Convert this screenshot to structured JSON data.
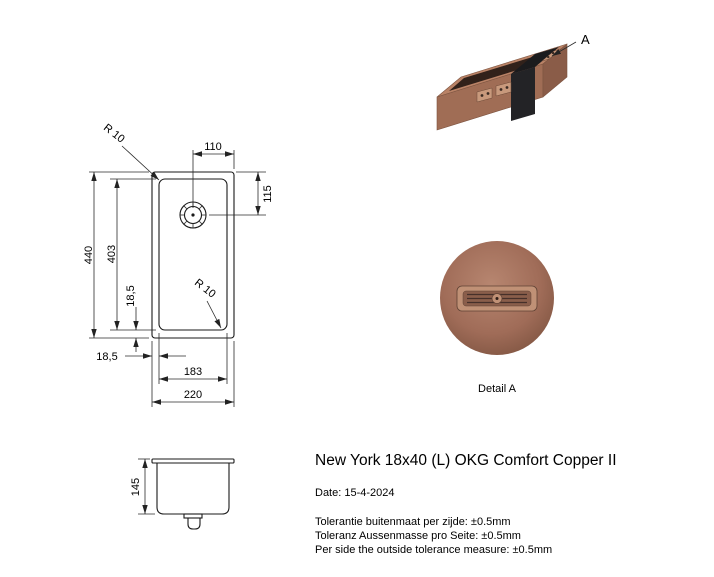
{
  "drawing": {
    "top_view": {
      "drain_offset_x": "110",
      "drain_offset_y": "115",
      "height_total": "440",
      "height_bowl": "403",
      "rim_offset_left": "18,5",
      "rim_offset_bottom": "18,5",
      "width_bowl": "183",
      "width_total": "220",
      "radius_top": "R 10",
      "radius_bottom": "R 10"
    },
    "side_view": {
      "height": "145"
    },
    "detail_view": {
      "caption": "Detail A"
    },
    "iso_view": {
      "callout_label": "A"
    }
  },
  "title_block": {
    "title": "New York 18x40 (L) OKG Comfort Copper II",
    "date_line": "Date: 15-4-2024",
    "tolerance_lines": [
      "Tolerantie buitenmaat per zijde: ±0.5mm",
      "Toleranz Aussenmasse pro Seite: ±0.5mm",
      "Per side the outside tolerance measure: ±0.5mm"
    ]
  },
  "colors": {
    "copper_light": "#b98266",
    "copper_mid": "#a06d55",
    "copper_dark": "#8a5c48",
    "accessory_black": "#1b1b1d",
    "line": "#1a1a1a"
  }
}
